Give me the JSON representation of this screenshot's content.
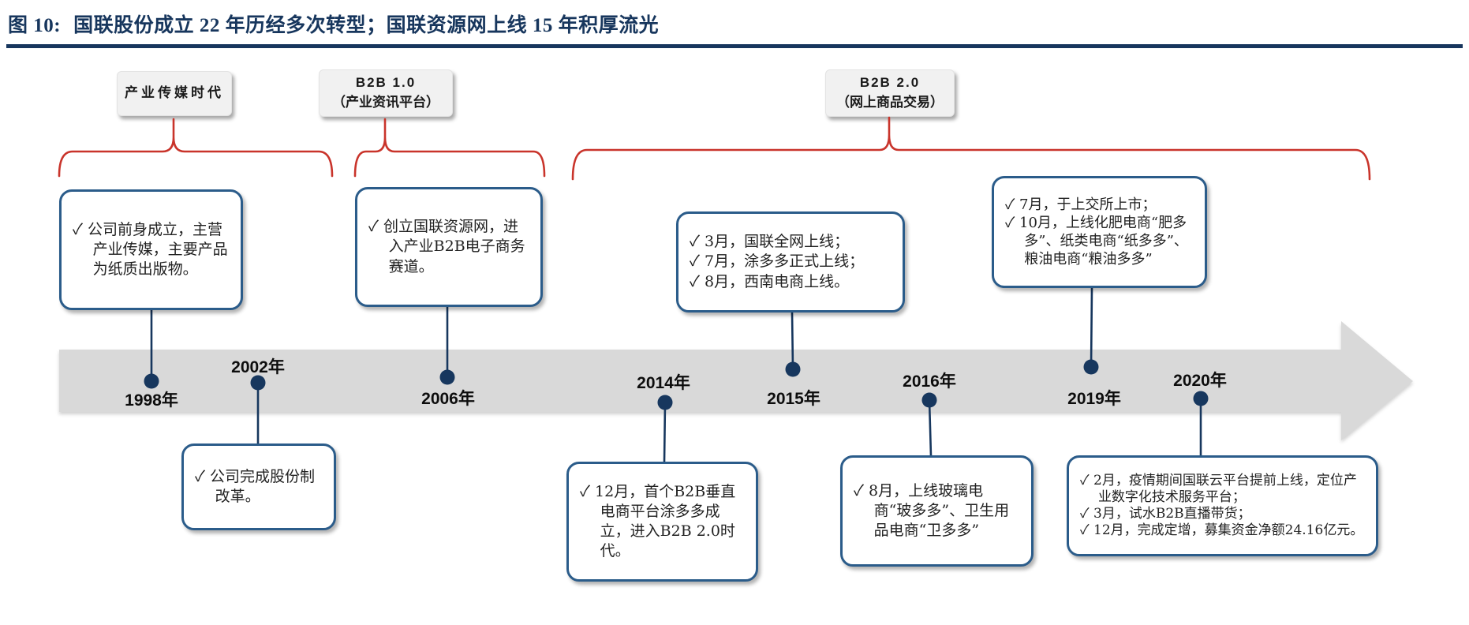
{
  "figure": {
    "label": "图 10:",
    "title": "国联股份成立 22 年历经多次转型；国联资源网上线 15 年积厚流光"
  },
  "eras": [
    {
      "line1": "产业传媒时代"
    },
    {
      "line1": "B2B 1.0",
      "line2": "（产业资讯平台）"
    },
    {
      "line1": "B2B 2.0",
      "line2": "（网上商品交易）"
    }
  ],
  "timeline": {
    "years": [
      "1998年",
      "2002年",
      "2006年",
      "2014年",
      "2015年",
      "2016年",
      "2019年",
      "2020年"
    ]
  },
  "events": {
    "y1998": {
      "items": [
        "✓ 公司前身成立，主营产业传媒，主要产品为纸质出版物。"
      ]
    },
    "y2002": {
      "items": [
        "✓ 公司完成股份制改革。"
      ]
    },
    "y2006": {
      "items": [
        "✓ 创立国联资源网，进入产业B2B电子商务赛道。"
      ]
    },
    "y2014": {
      "items": [
        "✓ 12月，首个B2B垂直电商平台涂多多成立，进入B2B 2.0时代。"
      ]
    },
    "y2015": {
      "items": [
        "✓ 3月，国联全网上线；",
        "✓ 7月，涂多多正式上线；",
        "✓ 8月，西南电商上线。"
      ]
    },
    "y2016": {
      "items": [
        "✓ 8月，上线玻璃电商“玻多多”、卫生用品电商“卫多多”"
      ]
    },
    "y2019": {
      "items": [
        "✓ 7月，于上交所上市；",
        "✓ 10月，上线化肥电商“肥多多”、纸类电商“纸多多”、粮油电商“粮油多多”"
      ]
    },
    "y2020": {
      "items": [
        "✓ 2月，疫情期间国联云平台提前上线，定位产业数字化技术服务平台；",
        "✓ 3月，试水B2B直播带货；",
        "✓ 12月，完成定增，募集资金净额24.16亿元。"
      ]
    }
  },
  "colors": {
    "title_navy": "#17365D",
    "box_border_blue": "#2B5C8A",
    "dot_navy": "#17375E",
    "brace_red": "#C9342B",
    "timeline_gray": "#D9D9D9"
  }
}
